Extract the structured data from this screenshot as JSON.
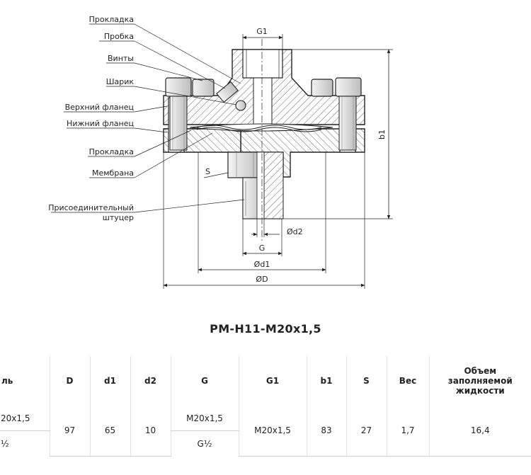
{
  "diagram": {
    "labels": {
      "gasket_top": "Прокладка",
      "plug": "Пробка",
      "screws": "Винты",
      "ball": "Шарик",
      "upper_flange": "Верхний фланец",
      "lower_flange": "Нижний фланец",
      "gasket_bottom": "Прокладка",
      "membrane": "Мембрана",
      "fitting_line1": "Присоединительный",
      "fitting_line2": "штуцер"
    },
    "dimensions": {
      "g1": "G1",
      "b1": "b1",
      "s": "S",
      "d2": "Ød2",
      "g": "G",
      "d1": "Ød1",
      "d": "ØD"
    }
  },
  "title": "PM-H11-M20x1,5",
  "table": {
    "headers": [
      "ль",
      "D",
      "d1",
      "d2",
      "G",
      "G1",
      "b1",
      "S",
      "Вес",
      "Объем заполняемой жидкости"
    ],
    "row1": {
      "model": "20x1,5",
      "d": "97",
      "d1": "65",
      "d2": "10",
      "g": "M20x1,5",
      "g1": "M20x1,5",
      "b1": "83",
      "s": "27",
      "weight": "1,7",
      "volume": "16,4"
    },
    "row2": {
      "model": "½",
      "g": "G½"
    }
  }
}
